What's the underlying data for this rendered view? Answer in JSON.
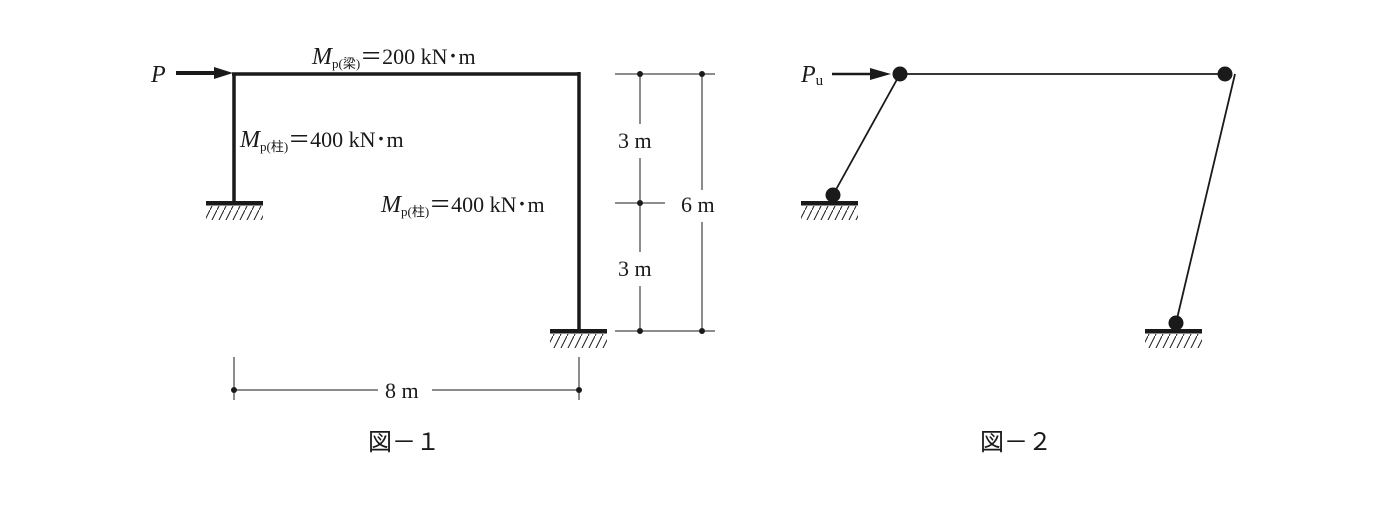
{
  "figure1": {
    "load_symbol": "P",
    "beam_moment": {
      "symbol": "M",
      "subscript": "p(梁)",
      "value": "＝200 kN･m"
    },
    "left_column_moment": {
      "symbol": "M",
      "subscript": "p(柱)",
      "value": "＝400 kN･m"
    },
    "right_column_moment": {
      "symbol": "M",
      "subscript": "p(柱)",
      "value": "＝400 kN･m"
    },
    "dim_upper": "3 m",
    "dim_lower": "3 m",
    "dim_total": "6 m",
    "dim_span": "8 m",
    "caption": "図－１"
  },
  "figure2": {
    "load_symbol": "P",
    "load_subscript": "u",
    "caption": "図－２"
  },
  "colors": {
    "ink": "#1a1a1a",
    "background": "#ffffff"
  }
}
